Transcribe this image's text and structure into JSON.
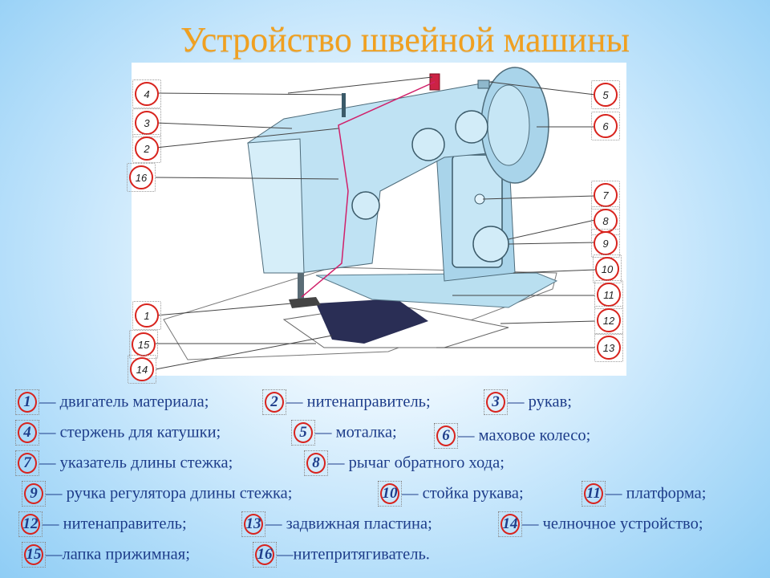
{
  "title": "Устройство швейной машины",
  "callouts": {
    "c1": "1",
    "c2": "2",
    "c3": "3",
    "c4": "4",
    "c5": "5",
    "c6": "6",
    "c7": "7",
    "c8": "8",
    "c9": "9",
    "c10": "10",
    "c11": "11",
    "c12": "12",
    "c13": "13",
    "c14": "14",
    "c15": "15",
    "c16": "16"
  },
  "legend": [
    {
      "num": "1",
      "text": "— двигатель материала;"
    },
    {
      "num": "2",
      "text": "— нитенаправитель;"
    },
    {
      "num": "3",
      "text": "— рукав;"
    },
    {
      "num": "4",
      "text": "— стержень для катушки;"
    },
    {
      "num": "5",
      "text": "— моталка;"
    },
    {
      "num": "6",
      "text": "— маховое колесо;"
    },
    {
      "num": "7",
      "text": "— указатель длины стежка;"
    },
    {
      "num": "8",
      "text": "—  рычаг обратного хода;"
    },
    {
      "num": "9",
      "text": "— ручка регулятора длины стежка;"
    },
    {
      "num": "10",
      "text": "— стойка рукава;"
    },
    {
      "num": "11",
      "text": "— платформа;"
    },
    {
      "num": "12",
      "text": "— нитенаправитель;"
    },
    {
      "num": "13",
      "text": "— задвижная пластина;"
    },
    {
      "num": "14",
      "text": "— челночное устройство;"
    },
    {
      "num": "15",
      "text": "—лапка прижимная;"
    },
    {
      "num": "16",
      "text": "—нитепритягиватель."
    }
  ],
  "colors": {
    "title": "#f0a020",
    "machine": "#b9dff0",
    "callout_border": "#d8231d",
    "legend_text": "#1e3d8a"
  }
}
